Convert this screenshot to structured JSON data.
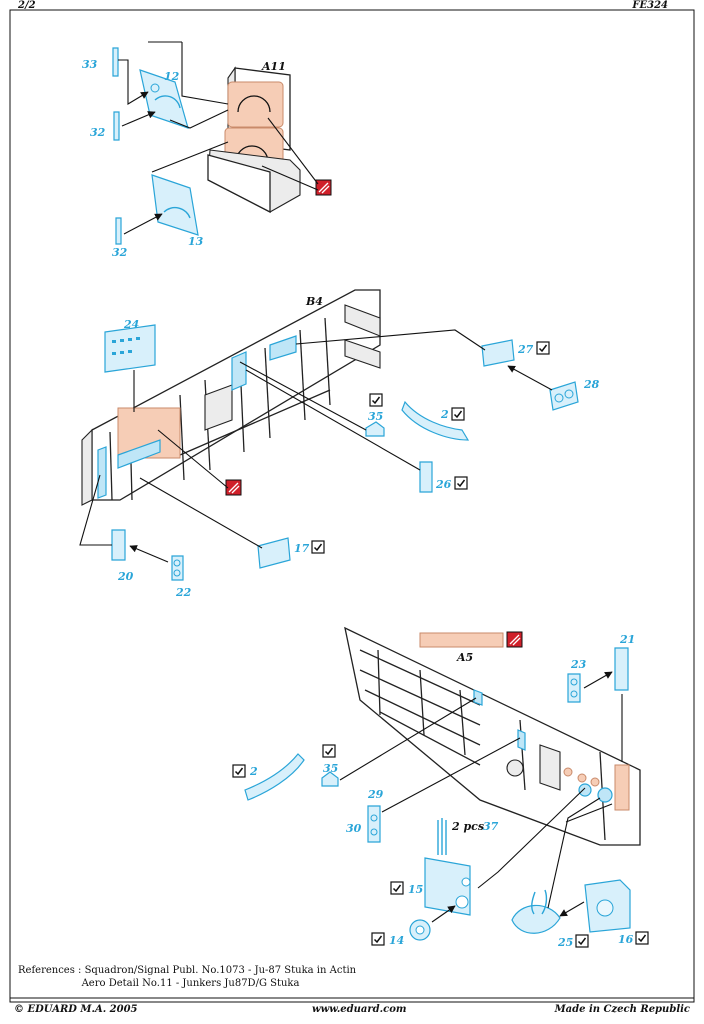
{
  "header": {
    "page": "2/2",
    "code": "FE324"
  },
  "labels": {
    "a11": "A11",
    "b4": "B4",
    "a5": "A5",
    "two_pcs": "2 pcs"
  },
  "parts": {
    "p2": "2",
    "p12": "12",
    "p13": "13",
    "p14": "14",
    "p15": "15",
    "p16": "16",
    "p17": "17",
    "p20": "20",
    "p21": "21",
    "p22": "22",
    "p23": "23",
    "p24": "24",
    "p25": "25",
    "p26": "26",
    "p27": "27",
    "p28": "28",
    "p29": "29",
    "p30": "30",
    "p32": "32",
    "p33": "33",
    "p35": "35",
    "p37": "37"
  },
  "references": {
    "line1": "References : Squadron/Signal Publ. No.1073 - Ju-87 Stuka in Actin",
    "line2": "                    Aero Detail No.11 - Junkers Ju87D/G Stuka"
  },
  "footer": {
    "copyright": "© EDUARD  M.A. 2005",
    "website": "www.eduard.com",
    "made_in": "Made in Czech Republic"
  },
  "colors": {
    "photoetch": "#2aa5d8",
    "copper": "#f6cdb6",
    "paint_red": "#d0202a"
  }
}
